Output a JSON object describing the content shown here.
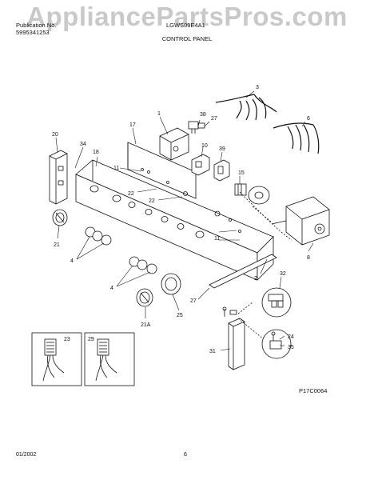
{
  "watermark": "AppliancePartsPros.com",
  "header": {
    "line1_left": "Publication No.",
    "line1_right": "LGWS09E4A1",
    "line2": "5995341253",
    "title": "CONTROL PANEL"
  },
  "footer": {
    "date": "01/2002",
    "page": "6",
    "diagram_code": "P17C0064"
  },
  "callouts": [
    "1",
    "3",
    "4",
    "4",
    "6",
    "8",
    "10",
    "11",
    "11",
    "15",
    "17",
    "18",
    "2",
    "20",
    "21",
    "21A",
    "22",
    "22",
    "23",
    "24",
    "25",
    "27",
    "27",
    "29",
    "31",
    "32",
    "34",
    "35",
    "38",
    "39"
  ]
}
